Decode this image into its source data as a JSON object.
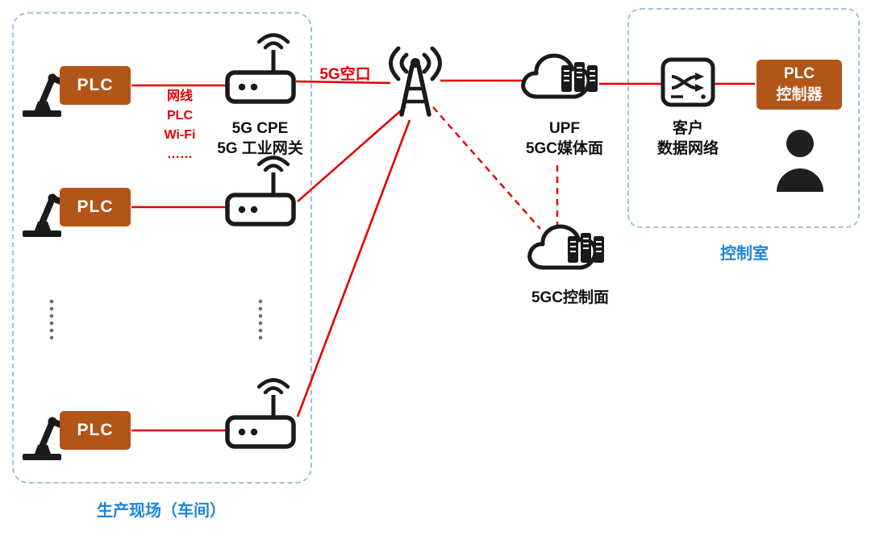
{
  "colors": {
    "line_red": "#e60000",
    "label_blue": "#1a86d9",
    "plc_orange": "#b25518",
    "icon_black": "#1a1a1a",
    "box_border_blue": "#9fc0e0"
  },
  "production_area": {
    "label": "生产现场（车间）",
    "plc_label": "PLC",
    "link_media_lines": [
      "网线",
      "PLC",
      "Wi-Fi",
      "……"
    ],
    "gateway_label_line1": "5G CPE",
    "gateway_label_line2": "5G 工业网关"
  },
  "radio": {
    "air_interface_label": "5G空口"
  },
  "core_network": {
    "upf_label_line1": "UPF",
    "upf_label_line2": "5GC媒体面",
    "control_plane_label": "5GC控制面"
  },
  "control_room": {
    "label": "控制室",
    "customer_network_line1": "客户",
    "customer_network_line2": "数据网络",
    "plc_controller_line1": "PLC",
    "plc_controller_line2": "控制器"
  }
}
